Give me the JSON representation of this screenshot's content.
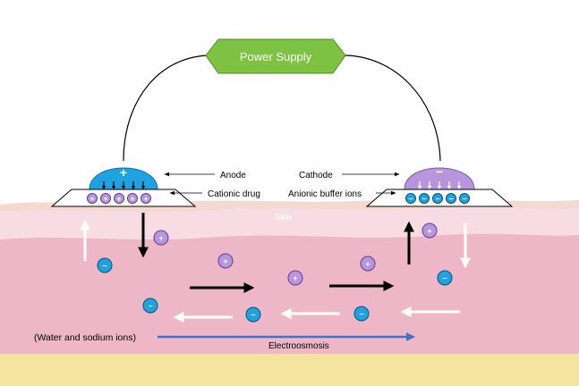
{
  "power_supply": {
    "label": "Power Supply",
    "color": "#7dc242"
  },
  "anode": {
    "label": "Anode",
    "sign": "+",
    "color": "#1ea3e0",
    "drug_label": "Cationic drug",
    "reservoir_ion_count": 5
  },
  "cathode": {
    "label": "Cathode",
    "sign": "−",
    "color": "#b896dd",
    "buffer_label": "Anionic buffer ions",
    "reservoir_ion_count": 5
  },
  "skin": {
    "label": "Skin"
  },
  "ions": {
    "cation_sign": "+",
    "anion_sign": "−",
    "cation_color": "#b896dd",
    "anion_color": "#1ea3e0"
  },
  "electroosmosis": {
    "left_label": "(Water and sodium ions)",
    "arrow_label": "Electroosmosis",
    "arrow_color": "#4472c4"
  },
  "layer_colors": {
    "surface": "#f3d9cf",
    "epidermis": "#f7dde3",
    "dermis": "#edb7c8",
    "subcutis": "#f5e3a0"
  }
}
